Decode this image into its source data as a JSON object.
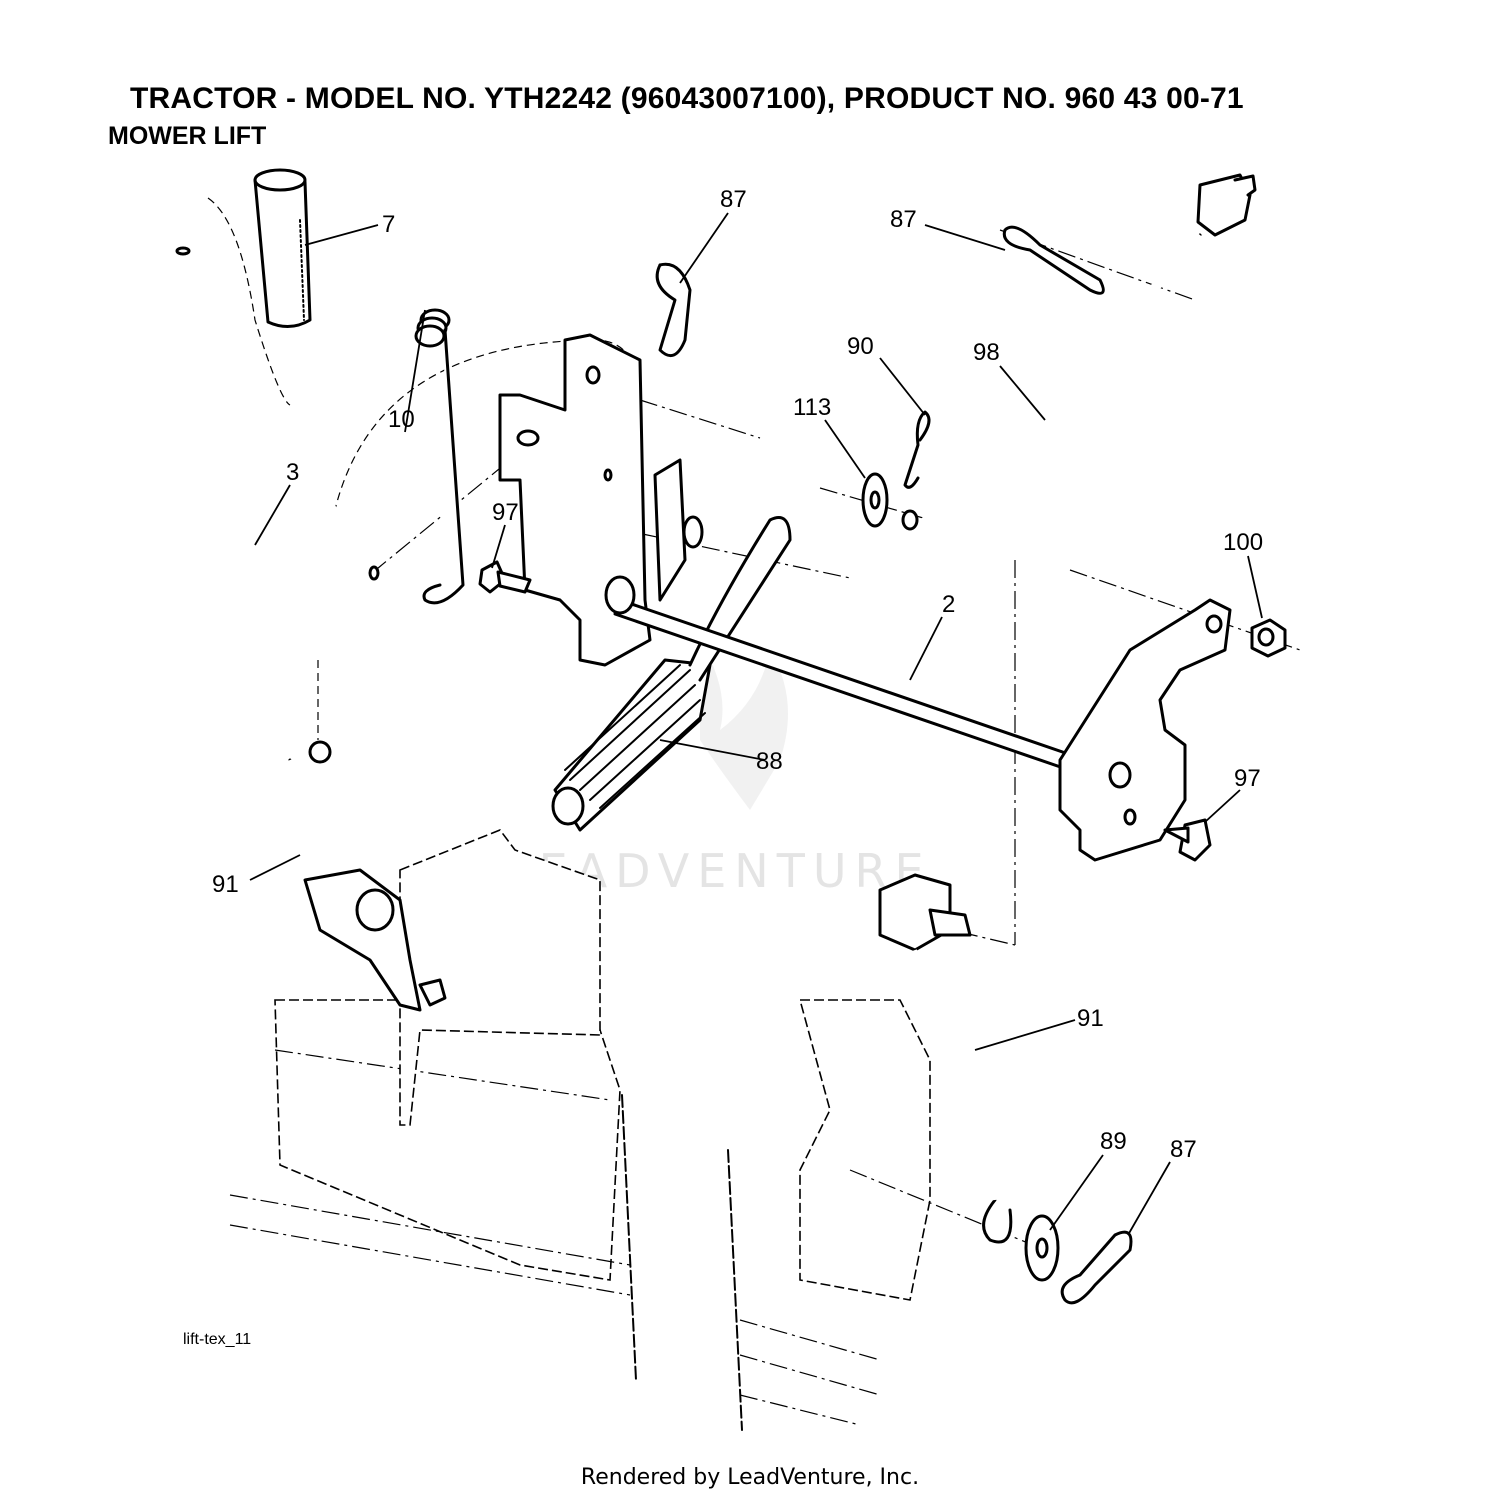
{
  "header": {
    "title": "TRACTOR - MODEL NO. YTH2242 (96043007100), PRODUCT NO. 960 43 00-71",
    "subtitle": "MOWER LIFT"
  },
  "figure_id": "lift-tex_11",
  "footer": "Rendered by LeadVenture, Inc.",
  "watermark": "LEADVENTURE",
  "callouts": [
    "7",
    "87",
    "87",
    "3",
    "10",
    "97",
    "90",
    "98",
    "113",
    "100",
    "2",
    "88",
    "97",
    "91",
    "91",
    "89",
    "87"
  ]
}
